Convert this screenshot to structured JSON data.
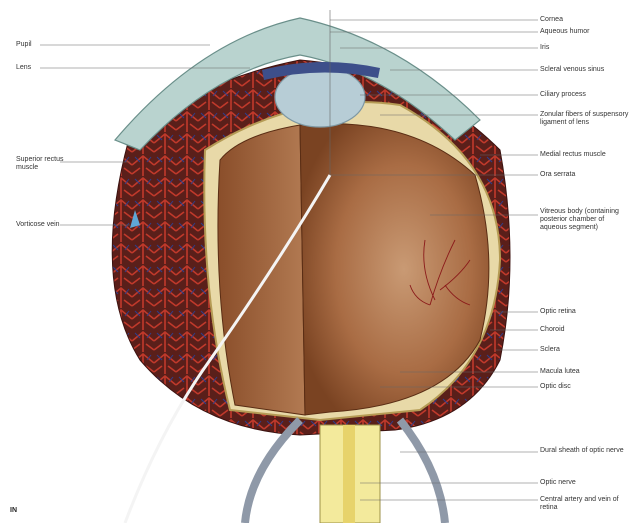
{
  "diagram": {
    "figure_number": "IN",
    "labels_right": [
      "Cornea",
      "Aqueous humor",
      "Iris",
      "Scleral venous sinus",
      "Ciliary process",
      "Zonular fibers of suspensory ligament of lens",
      "Medial rectus muscle",
      "Ora serrata",
      "Vitreous body (containing posterior chamber of aqueous segment)",
      "Optic retina",
      "Choroid",
      "Sclera",
      "Macula lutea",
      "Optic disc",
      "Dural sheath of optic nerve",
      "Optic nerve",
      "Central artery and vein of retina"
    ],
    "labels_left": [
      "Pupil",
      "Lens",
      "Superior rectus muscle",
      "Vorticose vein"
    ]
  }
}
